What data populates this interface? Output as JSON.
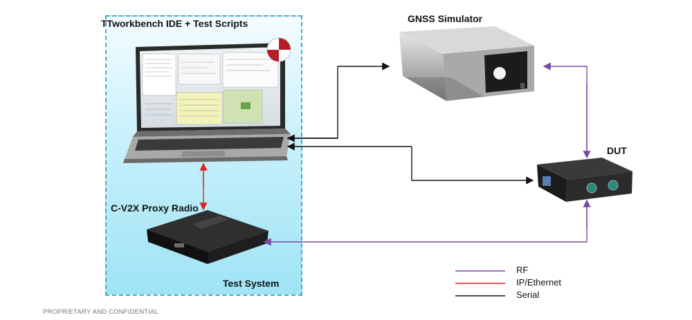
{
  "labels": {
    "ide_title": "TTworkbench IDE + Test Scripts",
    "gnss": "GNSS Simulator",
    "dut": "DUT",
    "proxy": "C-V2X Proxy Radio",
    "test_system": "Test System",
    "footer": "PROPRIETARY AND CONFIDENTIAL"
  },
  "legend": [
    {
      "label": "RF",
      "color": "#7a4aa0"
    },
    {
      "label": "IP/Ethernet",
      "color": "#e02020"
    },
    {
      "label": "Serial",
      "color": "#111111"
    }
  ],
  "icons": [
    "laptop-icon",
    "gnss-simulator-icon",
    "dut-device-icon",
    "proxy-radio-icon",
    "logo-icon"
  ]
}
